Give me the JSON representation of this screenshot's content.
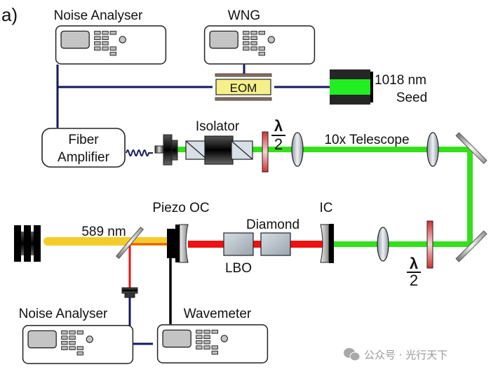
{
  "figure": {
    "panel_label": "a)",
    "instruments": {
      "noise_analyser_top": "Noise Analyser",
      "wng": "WNG",
      "noise_analyser_bottom": "Noise Analyser",
      "wavemeter": "Wavemeter"
    },
    "components": {
      "eom": "EOM",
      "seed_line1": "1018 nm",
      "seed_line2": "Seed",
      "fiber_amp_line1": "Fiber",
      "fiber_amp_line2": "Amplifier",
      "isolator": "Isolator",
      "half_wave_num": "λ",
      "half_wave_den": "2",
      "telescope": "10x Telescope",
      "output_wavelength": "589 nm",
      "piezo_oc": "Piezo OC",
      "diamond": "Diamond",
      "lbo": "LBO",
      "ic": "IC"
    },
    "colors": {
      "green_beam": "#33e01a",
      "red_beam": "#ee1111",
      "yellow_beam": "#f4cc2a",
      "signal_cable": "#141a5c",
      "waveplate": "#d23030"
    }
  },
  "watermark": {
    "text": "公众号 · 光行天下",
    "icon": "wechat-icon"
  }
}
